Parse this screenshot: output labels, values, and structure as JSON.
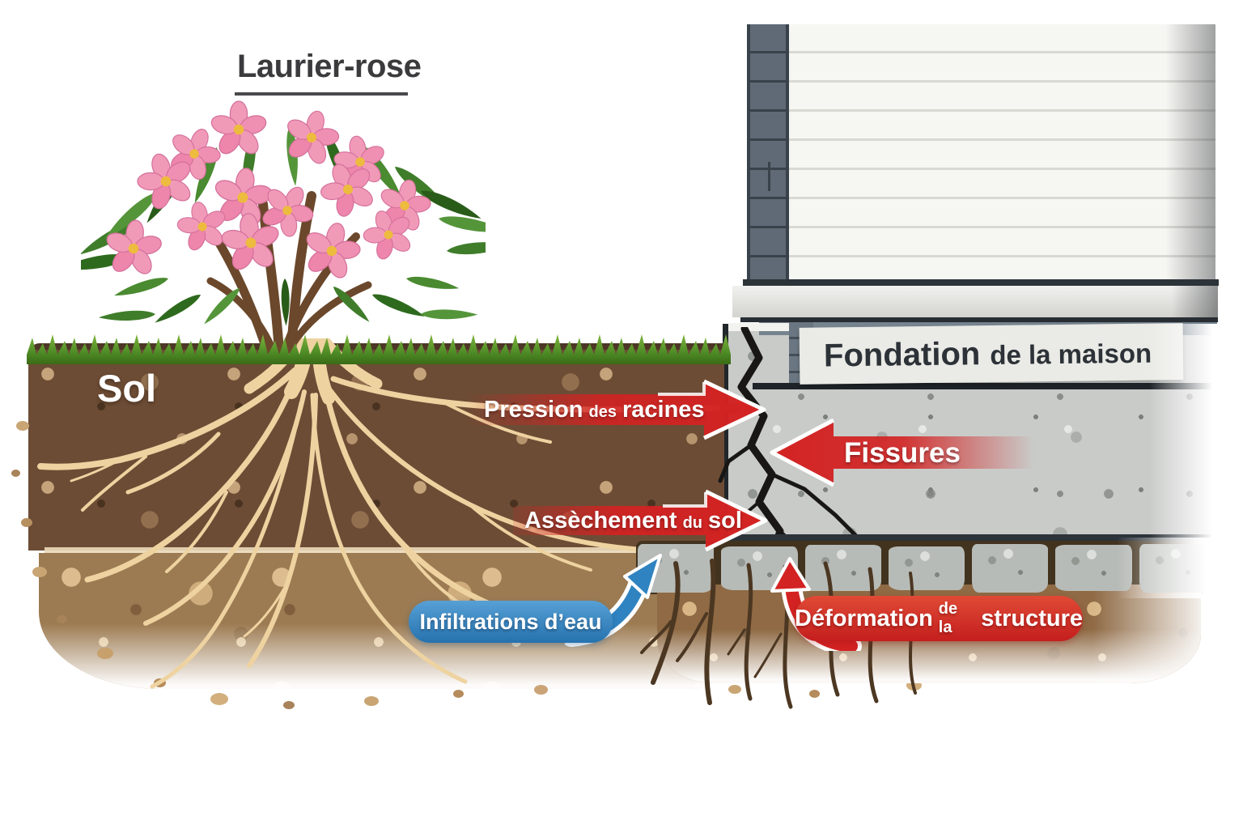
{
  "title": {
    "label": "Laurier-rose"
  },
  "labels": {
    "soil": "Sol",
    "foundation_bold": "Fondation",
    "foundation_rest": "de la maison"
  },
  "annotations": {
    "pression": {
      "part1": "Pression",
      "part2": "des",
      "part3": "racines"
    },
    "fissures": {
      "part1": "Fissures"
    },
    "assechement": {
      "part1": "Assèchement",
      "part2": "du",
      "part3": "sol"
    },
    "infiltrations": {
      "part1": "Infiltrations d’eau"
    },
    "deformation": {
      "part1": "Déformation",
      "part2": "de la",
      "part3": "structure"
    }
  },
  "colors": {
    "arrow_red": "#d32222",
    "arrow_blue": "#2f83c0",
    "soil_brown": "#6d4c35",
    "subsoil_brown": "#9c7b52",
    "root_cream": "#eed3a1",
    "deep_root_brown": "#4c3722",
    "concrete_gray": "#c9cbc9",
    "siding_white": "#f6f6f3",
    "brick_gray": "#5f6a76",
    "grass_green": "#4e8c26",
    "banner_bg": "#eaeae6",
    "text_dark": "#2c3237",
    "label_white": "#ffffff"
  }
}
